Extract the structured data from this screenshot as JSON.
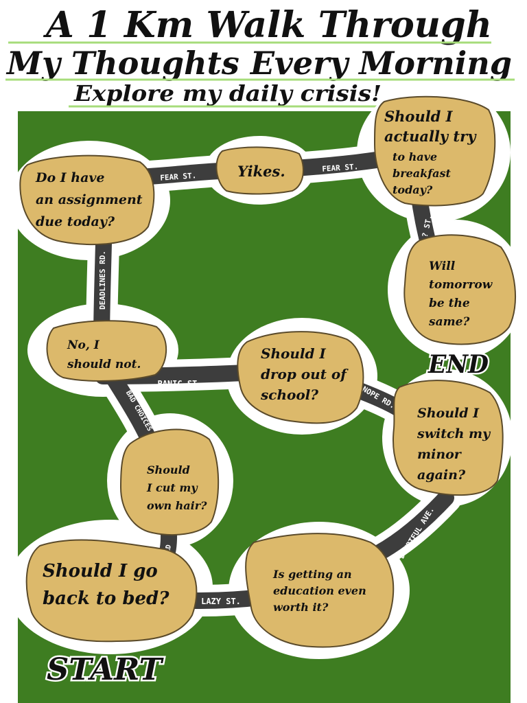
{
  "header": {
    "title_line1": "A 1 Km Walk Through",
    "title_line2": "My Thoughts Every Morning",
    "subtitle": "Explore my daily crisis!"
  },
  "colors": {
    "map_bg": "#3e7d21",
    "blob_fill": "#dcb96b",
    "blob_stroke": "#5a4a2a",
    "road": "#3d3d3d",
    "underline": "#a6dc7a",
    "ink": "#111111"
  },
  "markers": {
    "start": "START",
    "end": "END"
  },
  "nodes": {
    "back_to_bed": {
      "lines": [
        "Should I go",
        "back to bed?"
      ]
    },
    "education": {
      "lines": [
        "Is getting an",
        "education even",
        "worth it?"
      ]
    },
    "switch_minor": {
      "lines": [
        "Should I",
        "switch my",
        "minor",
        "again?"
      ]
    },
    "drop_out": {
      "lines": [
        "Should I",
        "drop out of",
        "school?"
      ]
    },
    "no_i_should_not": {
      "lines": [
        "No, I",
        "should not."
      ]
    },
    "assignment": {
      "lines": [
        "Do I have",
        "an assignment",
        "due today?"
      ]
    },
    "yikes": {
      "lines": [
        "Yikes."
      ]
    },
    "breakfast": {
      "lines": [
        "Should I",
        "actually try",
        "to have",
        "breakfast",
        "today?"
      ]
    },
    "tomorrow": {
      "lines": [
        "Will",
        "tomorrow",
        "be the",
        "same?"
      ]
    },
    "cut_hair": {
      "lines": [
        "Should",
        "I cut my",
        "own hair?"
      ]
    }
  },
  "roads": {
    "lazy": "LAZY ST.",
    "doubtful": "DOUBTFUL AVE.",
    "nope": "NOPE RD.",
    "panic": "PANIC ST.",
    "deadlines": "DEADLINES RD.",
    "fear1": "FEAR ST.",
    "fear2": "FEAR ST.",
    "question": "? ST.",
    "bad_choices": "BAD CHOICES",
    "short_rd": "RD"
  }
}
